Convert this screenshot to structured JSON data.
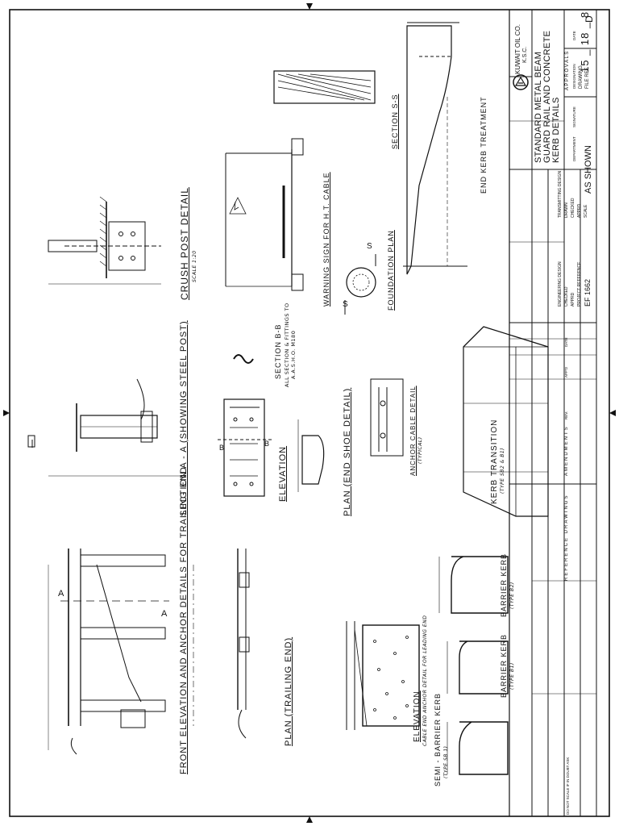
{
  "company": {
    "name": "KUWAIT OIL CO.",
    "sub": "K.S.C."
  },
  "title": {
    "line1": "STANDARD METAL BEAM",
    "line2": "GUARD RAIL AND CONCRETE",
    "line3": "KERB DETAILS"
  },
  "approvals": {
    "heading": "A P P R O V A L S",
    "col_department": "DEPARTMENT",
    "col_signature": "SIGNATURE",
    "col_designation": "DESIGNATION",
    "col_date": "DATE"
  },
  "transmitting": {
    "heading": "TRANSMITTING DESIGN",
    "drawn": "DRAWN",
    "checked": "CHECKED",
    "approved": "APPRD",
    "scale_label": "SCALE",
    "scale_value": "AS SHOWN"
  },
  "engineering": {
    "heading": "ENGINEERING DESIGN",
    "checked": "CHECKED",
    "approved": "APPRD",
    "project_ref_label": "PROJECT REFERENCE",
    "project_ref": "EF 1662"
  },
  "drawing": {
    "label": "DRAWING",
    "file_ref_label": "FILE REF.",
    "number": "15 _ 18 _ 8",
    "revision": "D"
  },
  "amendments": {
    "heading": "AMENDMENTS",
    "rev": "REV.",
    "apprd": "APP'D",
    "date": "DATE"
  },
  "reference": {
    "heading": "REFERENCE  DRAWINGS"
  },
  "footer": {
    "scale_note": "DO NOT SCALE IF IN DOUBT ASK"
  },
  "captions": {
    "crush_post": "CRUSH POST DETAIL",
    "crush_post_scale": "SCALE 1:20",
    "section_aa": "SECTION  A - A  (SHOWING STEEL POST)",
    "front_elevation": "FRONT ELEVATION AND ANCHOR DETAILS FOR TRAILING END",
    "elevation": "ELEVATION",
    "plan_end_shoe": "PLAN (END SHOE DETAIL)",
    "plan_trailing": "PLAN (TRAILING END)",
    "section_bb": "SECTION  B-B",
    "section_bb_note1": "ALL SECTION & FITTINGS TO",
    "section_bb_note2": "A.A.S.H.O. M180",
    "anchor_cable": "ANCHOR CABLE DETAIL",
    "anchor_cable_sub": "(TYPICAL)",
    "elevation_cable": "ELEVATION",
    "elevation_cable_sub": "CABLE END ANCHOR DETAIL FOR LEADING END",
    "warning_sign": "WARNING SIGN FOR H.T. CABLE",
    "foundation_plan": "FOUNDATION PLAN",
    "section_ss": "SECTION  S-S",
    "end_kerb": "END KERB TREATMENT",
    "kerb_transition": "KERB TRANSITION",
    "kerb_transition_sub": "(TYPE SB2 & B1)",
    "barrier_kerb_b2": "BARRIER KERB",
    "barrier_kerb_b2_sub": "(TYPE B2)",
    "barrier_kerb_b1": "BARRIER KERB",
    "barrier_kerb_b1_sub": "(TYPE B1)",
    "semi_barrier": "SEMI - BARRIER KERB",
    "semi_barrier_sub": "(TYPE SB 1)"
  },
  "labels": {
    "cut_a": "A",
    "cut_b": "B",
    "cut_s": "S"
  }
}
